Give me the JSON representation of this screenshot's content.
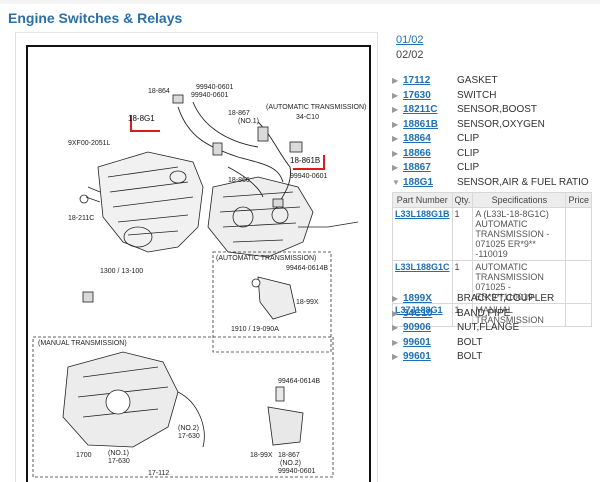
{
  "page": {
    "title": "Engine Switches & Relays"
  },
  "pager": {
    "current": "01/02",
    "other": "02/02"
  },
  "parts_top": [
    {
      "code": "17112",
      "desc": "GASKET"
    },
    {
      "code": "17630",
      "desc": "SWITCH"
    },
    {
      "code": "18211C",
      "desc": "SENSOR,BOOST"
    },
    {
      "code": "18861B",
      "desc": "SENSOR,OXYGEN"
    },
    {
      "code": "18864",
      "desc": "CLIP"
    },
    {
      "code": "18866",
      "desc": "CLIP"
    },
    {
      "code": "18867",
      "desc": "CLIP"
    },
    {
      "code": "188G1",
      "desc": "SENSOR,AIR & FUEL RATIO"
    }
  ],
  "spec_table": {
    "headers": [
      "Part Number",
      "Qty.",
      "Specifications",
      "Price"
    ],
    "rows": [
      {
        "pn": "L33L188G1B",
        "qty": "1",
        "spec": "A (L33L-18-8G1C) AUTOMATIC TRANSMISSION - 071025 ER*9** -110019",
        "price": ""
      },
      {
        "pn": "L33L188G1C",
        "qty": "1",
        "spec": "AUTOMATIC TRANSMISSION 071025 - ER*9**110019-",
        "price": ""
      },
      {
        "pn": "L37J188G1",
        "qty": "1",
        "spec": "MANUAL TRANSMISSION",
        "price": ""
      }
    ]
  },
  "parts_bottom": [
    {
      "code": "1899X",
      "desc": "BRACKET,COUPLER"
    },
    {
      "code": "34C10",
      "desc": "BAND,PIPE"
    },
    {
      "code": "90906",
      "desc": "NUT,FLANGE"
    },
    {
      "code": "99601",
      "desc": "BOLT"
    },
    {
      "code": "99601",
      "desc": "BOLT"
    }
  ],
  "diagram": {
    "labels": {
      "l1": "18-864",
      "l2": "99940-0601",
      "l3": "18-8G1",
      "l4": "18-867",
      "l5": "(NO.1)",
      "l6": "99940-0601",
      "l7": "(AUTOMATIC TRANSMISSION)",
      "l8": "34-C10",
      "l9": "9XF00-2051L",
      "l10": "18-861B",
      "l11": "99940-0601",
      "l12": "18-866",
      "l13": "18-211C",
      "l14": "1300 / 13-100",
      "l15": "(AUTOMATIC TRANSMISSION)",
      "l16": "99464-0614B",
      "l17": "18-99X",
      "l18": "1910 / 19-090A",
      "l19": "(MANUAL TRANSMISSION)",
      "l20": "99464-0614B",
      "l21": "1700",
      "l22": "(NO.1)",
      "l23": "17-630",
      "l24": "(NO.2)",
      "l25": "17-630",
      "l26": "17-112",
      "l27": "18-99X",
      "l28": "18-867",
      "l29": "(NO.2)",
      "l30": "99940-0601"
    }
  },
  "colors": {
    "link": "#1f6fb5",
    "title": "#2a6fa8",
    "highlight": "#e0191e"
  }
}
